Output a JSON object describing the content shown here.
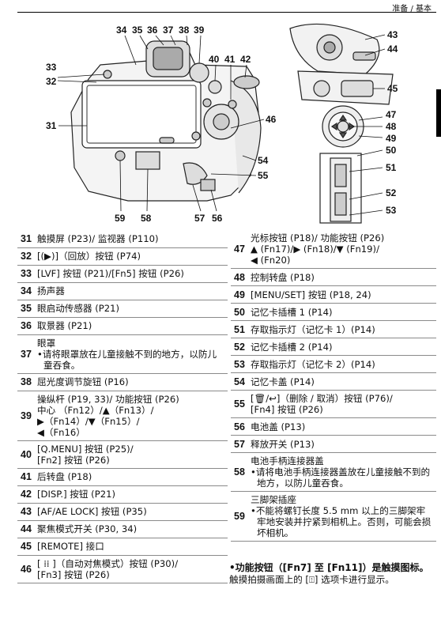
{
  "header": {
    "section": "准备 / 基本"
  },
  "callouts": [
    "31",
    "32",
    "33",
    "34",
    "35",
    "36",
    "37",
    "38",
    "39",
    "40",
    "41",
    "42",
    "43",
    "44",
    "45",
    "46",
    "47",
    "48",
    "49",
    "50",
    "51",
    "52",
    "53",
    "54",
    "55",
    "56",
    "57",
    "58",
    "59"
  ],
  "left_rows": [
    {
      "num": "31",
      "lines": [
        "触摸屏 (P23)/ 监视器 (P110)"
      ]
    },
    {
      "num": "32",
      "lines": [
        "[(▶)]（回放）按钮 (P74)"
      ]
    },
    {
      "num": "33",
      "lines": [
        "[LVF] 按钮 (P21)/[Fn5] 按钮 (P26)"
      ]
    },
    {
      "num": "34",
      "lines": [
        "扬声器"
      ]
    },
    {
      "num": "35",
      "lines": [
        "眼启动传感器 (P21)"
      ]
    },
    {
      "num": "36",
      "lines": [
        "取景器 (P21)"
      ]
    },
    {
      "num": "37",
      "lines": [
        "眼罩"
      ],
      "bullet": "•请将眼罩放在儿童接触不到的地方，以防儿童吞食。"
    },
    {
      "num": "38",
      "lines": [
        "屈光度调节旋钮 (P16)"
      ]
    },
    {
      "num": "39",
      "lines": [
        "操纵杆 (P19, 33)/ 功能按钮 (P26)",
        "中心 （Fn12）/▲（Fn13）/",
        "▶（Fn14）/▼（Fn15）/",
        "◀（Fn16）"
      ]
    },
    {
      "num": "40",
      "lines": [
        "[Q.MENU] 按钮 (P25)/",
        "[Fn2] 按钮 (P26)"
      ]
    },
    {
      "num": "41",
      "lines": [
        "后转盘 (P18)"
      ]
    },
    {
      "num": "42",
      "lines": [
        "[DISP.] 按钮 (P21)"
      ]
    },
    {
      "num": "43",
      "lines": [
        "[AF/AE LOCK] 按钮 (P35)"
      ]
    },
    {
      "num": "44",
      "lines": [
        "聚焦模式开关 (P30, 34)"
      ]
    },
    {
      "num": "45",
      "lines": [
        "[REMOTE] 接口"
      ]
    },
    {
      "num": "46",
      "lines": [
        "[ ⁞⁞ ]（自动对焦模式）按钮 (P30)/",
        "[Fn3] 按钮 (P26)"
      ]
    }
  ],
  "right_rows": [
    {
      "num": "47",
      "lines": [
        "光标按钮 (P18)/ 功能按钮 (P26)",
        "▲ (Fn17)/▶ (Fn18)/▼ (Fn19)/",
        "◀ (Fn20)"
      ]
    },
    {
      "num": "48",
      "lines": [
        "控制转盘 (P18)"
      ]
    },
    {
      "num": "49",
      "lines": [
        "[MENU/SET] 按钮 (P18, 24)"
      ]
    },
    {
      "num": "50",
      "lines": [
        "记忆卡插槽 1 (P14)"
      ]
    },
    {
      "num": "51",
      "lines": [
        "存取指示灯（记忆卡 1）(P14)"
      ]
    },
    {
      "num": "52",
      "lines": [
        "记忆卡插槽 2 (P14)"
      ]
    },
    {
      "num": "53",
      "lines": [
        "存取指示灯（记忆卡 2）(P14)"
      ]
    },
    {
      "num": "54",
      "lines": [
        "记忆卡盖 (P14)"
      ]
    },
    {
      "num": "55",
      "lines": [
        "[🗑/↩]（删除 / 取消）按钮 (P76)/",
        "[Fn4] 按钮 (P26)"
      ]
    },
    {
      "num": "56",
      "lines": [
        "电池盖 (P13)"
      ]
    },
    {
      "num": "57",
      "lines": [
        "释放开关 (P13)"
      ]
    },
    {
      "num": "58",
      "lines": [
        "电池手柄连接器盖"
      ],
      "bullet": "•请将电池手柄连接器盖放在儿童接触不到的地方，以防儿童吞食。"
    },
    {
      "num": "59",
      "lines": [
        "三脚架插座"
      ],
      "bullet": "•不能将螺钉长度 5.5 mm 以上的三脚架牢牢地安装并拧紧到相机上。否则，可能会损坏相机。"
    }
  ],
  "note": {
    "heading": "•功能按钮（[Fn7] 至 [Fn11]）是触摸图标。",
    "body": "触摸拍摄画面上的 [⍐] 选项卡进行显示。"
  }
}
